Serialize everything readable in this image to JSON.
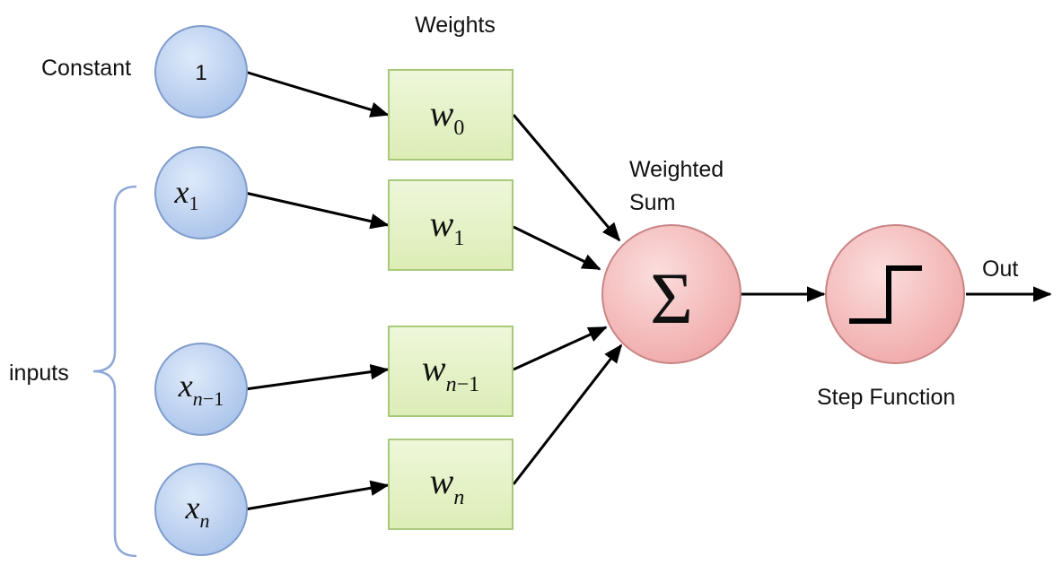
{
  "labels": {
    "weights": "Weights",
    "constant": "Constant",
    "inputs": "inputs",
    "weighted_sum_line1": "Weighted",
    "weighted_sum_line2": "Sum",
    "out": "Out",
    "step_function": "Step Function"
  },
  "nodes": {
    "constant_value": "1",
    "input_1": {
      "symbol": "x",
      "sub": "1"
    },
    "input_n_minus_1": {
      "symbol": "x",
      "sub": "n",
      "sub_tail": "−1"
    },
    "input_n": {
      "symbol": "x",
      "sub": "n"
    },
    "sum_symbol": "Σ"
  },
  "weights": {
    "w0": {
      "symbol": "w",
      "sub": "0"
    },
    "w1": {
      "symbol": "w",
      "sub": "1"
    },
    "wn_minus_1": {
      "symbol": "w",
      "sub": "n",
      "sub_tail": "−1"
    },
    "wn": {
      "symbol": "w",
      "sub": "n"
    }
  },
  "colors": {
    "input_fill": "#b5cdee",
    "input_stroke": "#7f9ccc",
    "weight_fill": "#e3f1c4",
    "weight_stroke": "#a8c97a",
    "node_fill": "#f5b9b9",
    "node_stroke": "#c98484"
  }
}
